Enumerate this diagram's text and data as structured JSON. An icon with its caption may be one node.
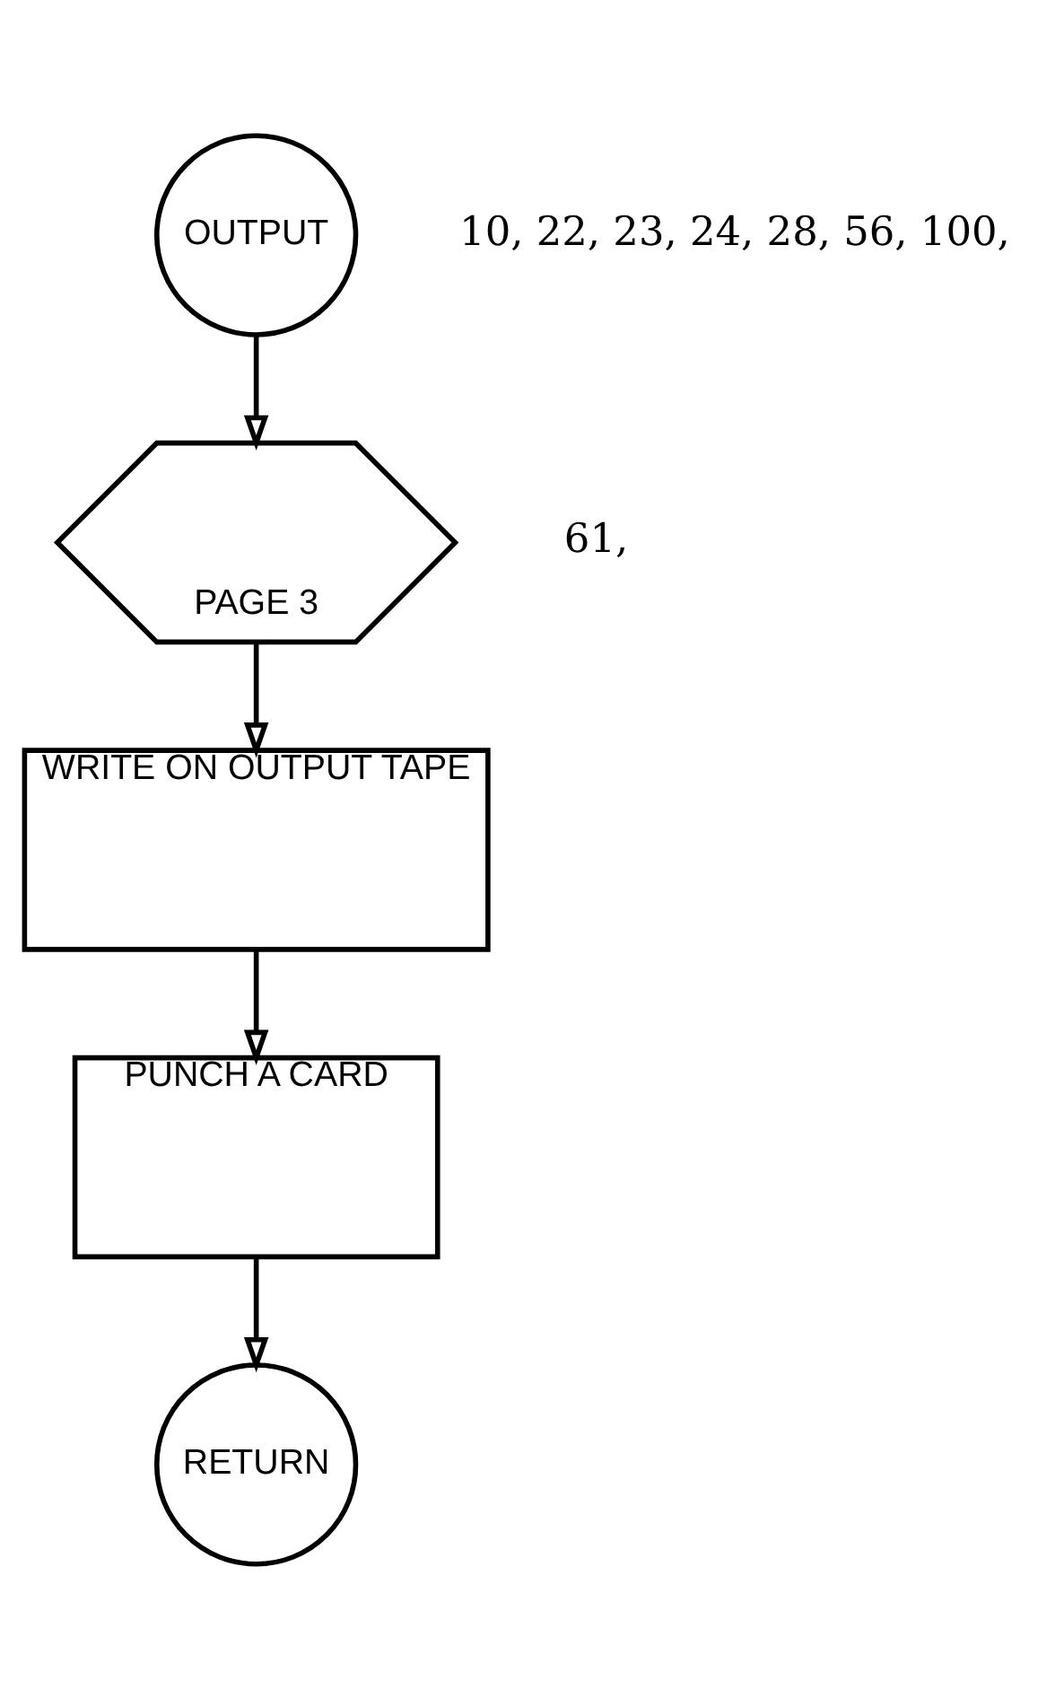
{
  "diagram": {
    "nodes": [
      {
        "text": [
          "OUTPUT"
        ],
        "beside": [
          "10, 22, 23, 24, 28, 56, 100,"
        ]
      },
      {
        "text": [
          "PAGE 3"
        ],
        "beside": [
          "61,"
        ]
      },
      {
        "text": [
          "WRITE ON OUTPUT TAPE"
        ]
      },
      {
        "text": [
          "PUNCH A CARD"
        ]
      },
      {
        "text": [
          "RETURN"
        ]
      }
    ],
    "edges": [
      {
        "from": 0,
        "to": 1,
        "arrow": "to"
      },
      {
        "from": 1,
        "to": 2,
        "arrow": "to"
      },
      {
        "from": 2,
        "to": 3,
        "arrow": "to"
      },
      {
        "from": 3,
        "to": 4,
        "arrow": "to"
      }
    ]
  }
}
